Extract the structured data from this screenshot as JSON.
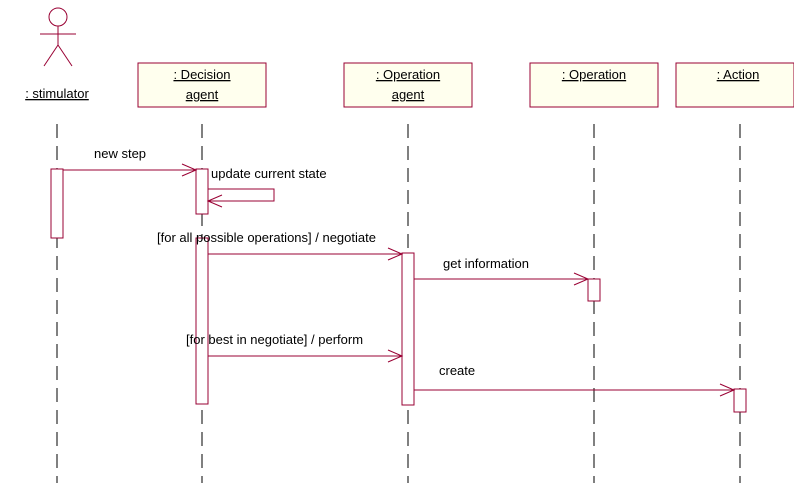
{
  "diagram": {
    "participants": [
      {
        "id": "stimulator",
        "line1": ": stimulator",
        "line2": "",
        "kind": "actor"
      },
      {
        "id": "decision-agent",
        "line1": ": Decision",
        "line2": "agent",
        "kind": "object"
      },
      {
        "id": "operation-agent",
        "line1": ": Operation",
        "line2": "agent",
        "kind": "object"
      },
      {
        "id": "operation",
        "line1": ": Operation",
        "line2": "",
        "kind": "object"
      },
      {
        "id": "action",
        "line1": ": Action",
        "line2": "",
        "kind": "object"
      }
    ],
    "messages": [
      {
        "id": "new-step",
        "label": "new step",
        "from": "stimulator",
        "to": "decision-agent"
      },
      {
        "id": "update-current-state",
        "label": "update current state",
        "from": "decision-agent",
        "to": "decision-agent"
      },
      {
        "id": "negotiate",
        "label": "[for all possible operations] / negotiate",
        "from": "decision-agent",
        "to": "operation-agent"
      },
      {
        "id": "get-information",
        "label": "get information",
        "from": "operation-agent",
        "to": "operation"
      },
      {
        "id": "perform",
        "label": "[for best in negotiate] / perform",
        "from": "decision-agent",
        "to": "operation-agent"
      },
      {
        "id": "create",
        "label": "create",
        "from": "operation-agent",
        "to": "action"
      }
    ]
  }
}
